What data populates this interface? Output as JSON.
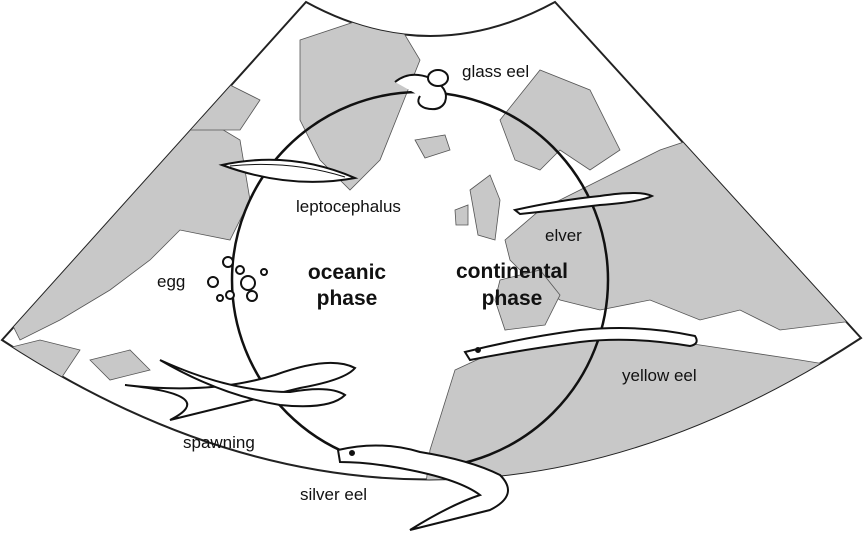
{
  "diagram": {
    "phases": {
      "oceanic_line1": "oceanic",
      "oceanic_line2": "phase",
      "continental_line1": "continental",
      "continental_line2": "phase"
    },
    "stages": {
      "glass_eel": "glass eel",
      "elver": "elver",
      "yellow_eel": "yellow eel",
      "silver_eel": "silver eel",
      "spawning": "spawning",
      "egg": "egg",
      "leptocephalus": "leptocephalus"
    },
    "colors": {
      "land": "#c8c8c8",
      "sea": "#ffffff",
      "outline": "#222222",
      "cycle": "#111111"
    }
  }
}
